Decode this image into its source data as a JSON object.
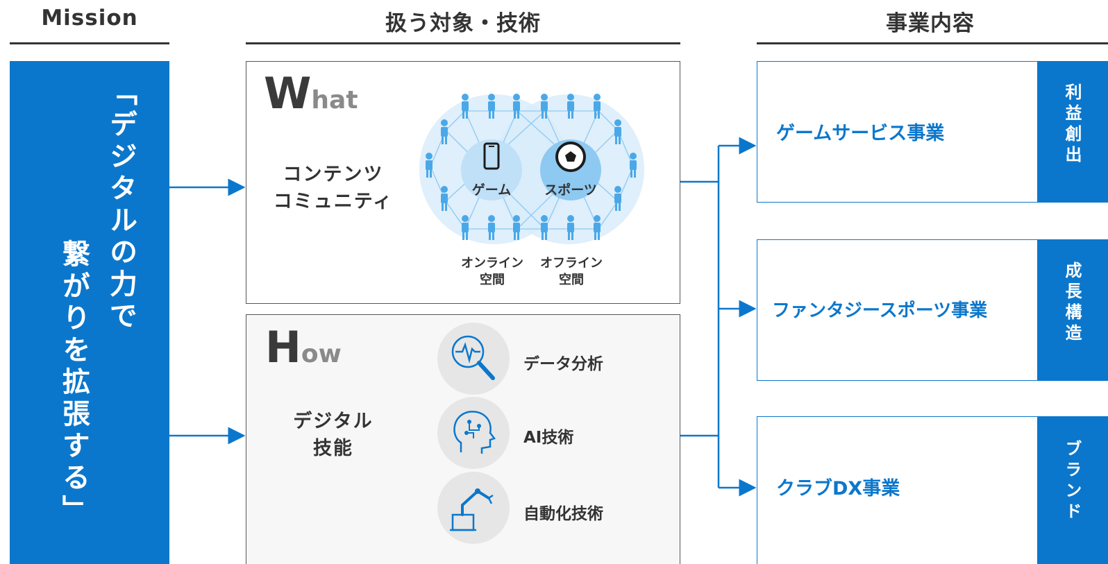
{
  "headers": {
    "mission": "Mission",
    "targets": "扱う対象・技術",
    "business": "事業内容"
  },
  "mission": {
    "line1": "「デジタルの力で",
    "line2": "繋がりを拡張する」"
  },
  "what": {
    "big_letter": "W",
    "rest": "hat",
    "label_line1": "コンテンツ",
    "label_line2": "コミュニティ",
    "left_circle": "ゲーム",
    "right_circle": "スポーツ",
    "online_line1": "オンライン",
    "online_line2": "空間",
    "offline_line1": "オフライン",
    "offline_line2": "空間"
  },
  "how": {
    "big_letter": "H",
    "rest": "ow",
    "label_line1": "デジタル",
    "label_line2": "技能",
    "techs": [
      {
        "label": "データ分析",
        "icon": "magnifier-pulse-icon"
      },
      {
        "label": "AI技術",
        "icon": "brain-head-icon"
      },
      {
        "label": "自動化技術",
        "icon": "robot-arm-icon"
      }
    ]
  },
  "businesses": [
    {
      "label": "ゲームサービス事業",
      "tag": "利益創出"
    },
    {
      "label": "ファンタジースポーツ事業",
      "tag": "成長構造"
    },
    {
      "label": "クラブDX事業",
      "tag": "ブランド"
    }
  ],
  "colors": {
    "accent": "#0b77cc",
    "light_blue": "#8ec9f2",
    "pale_blue": "#d6ebfa",
    "text": "#333333"
  }
}
